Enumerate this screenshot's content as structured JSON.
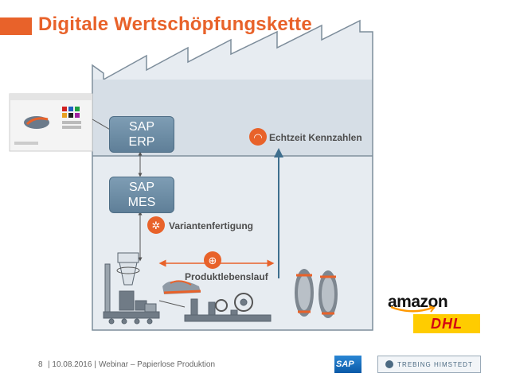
{
  "header": {
    "title": "Digitale Wertschöpfungskette"
  },
  "boxes": {
    "erp": {
      "line1": "SAP",
      "line2": "ERP"
    },
    "mes": {
      "line1": "SAP",
      "line2": "MES"
    }
  },
  "labels": {
    "kpi": "Echtzeit Kennzahlen",
    "variants": "Variantenfertigung",
    "lifecycle": "Produktlebenslauf"
  },
  "icons": {
    "kpi": "gauge-icon",
    "variants": "gears-icon",
    "lifecycle": "product-search-icon"
  },
  "logos": {
    "amazon": "amazon",
    "dhl": "DHL",
    "sap": "SAP"
  },
  "footer": {
    "page": "8",
    "date": "| 10.08.2016 |",
    "text": "Webinar – Papierlose Produktion",
    "company": "TREBING HIMSTEDT"
  },
  "colors": {
    "accent": "#e8622a",
    "factory": "#e7ecf1",
    "box": "#6f8fa8",
    "line": "#3f6f8e"
  }
}
